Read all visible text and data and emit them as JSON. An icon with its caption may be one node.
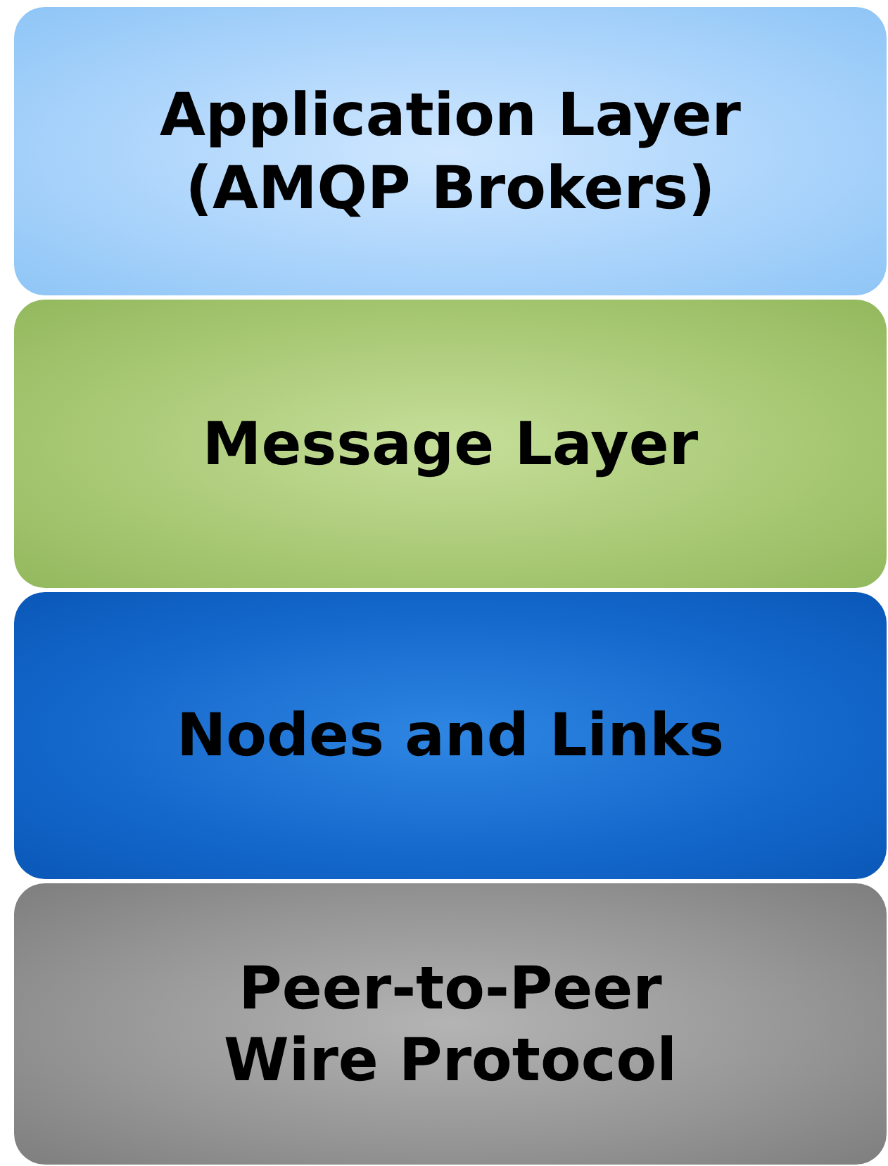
{
  "diagram": {
    "nodes": [
      {
        "text": [
          "Application Layer (AMQP Brokers)"
        ]
      },
      {
        "text": [
          "Message Layer"
        ]
      },
      {
        "text": [
          "Nodes and Links"
        ]
      },
      {
        "text": [
          "Peer-to-Peer Wire Protocol"
        ]
      }
    ]
  }
}
